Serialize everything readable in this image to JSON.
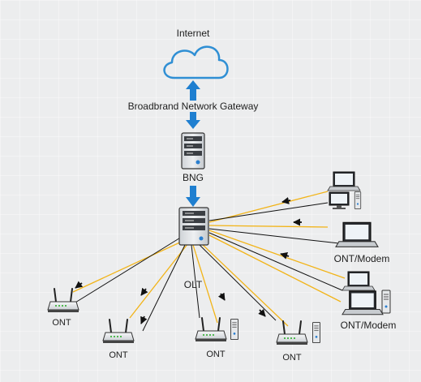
{
  "labels": {
    "internet": "Internet",
    "gateway": "Broadbrand Network Gateway",
    "bng": "BNG",
    "olt": "OLT",
    "ont": "ONT",
    "ont_modem": "ONT/Modem"
  },
  "colors": {
    "cloud": "#2f8fd4",
    "up_arrow": "#1f7fd0",
    "fiber_line": "#f2b418",
    "signal_line": "#111111",
    "server": "#e4e6e8"
  },
  "devices": {
    "server_icon": "rack-server-icon",
    "router_icon": "wifi-router-icon",
    "laptop_icon": "laptop-icon",
    "desktop_icon": "desktop-computer-icon",
    "tower_icon": "pc-tower-icon"
  }
}
